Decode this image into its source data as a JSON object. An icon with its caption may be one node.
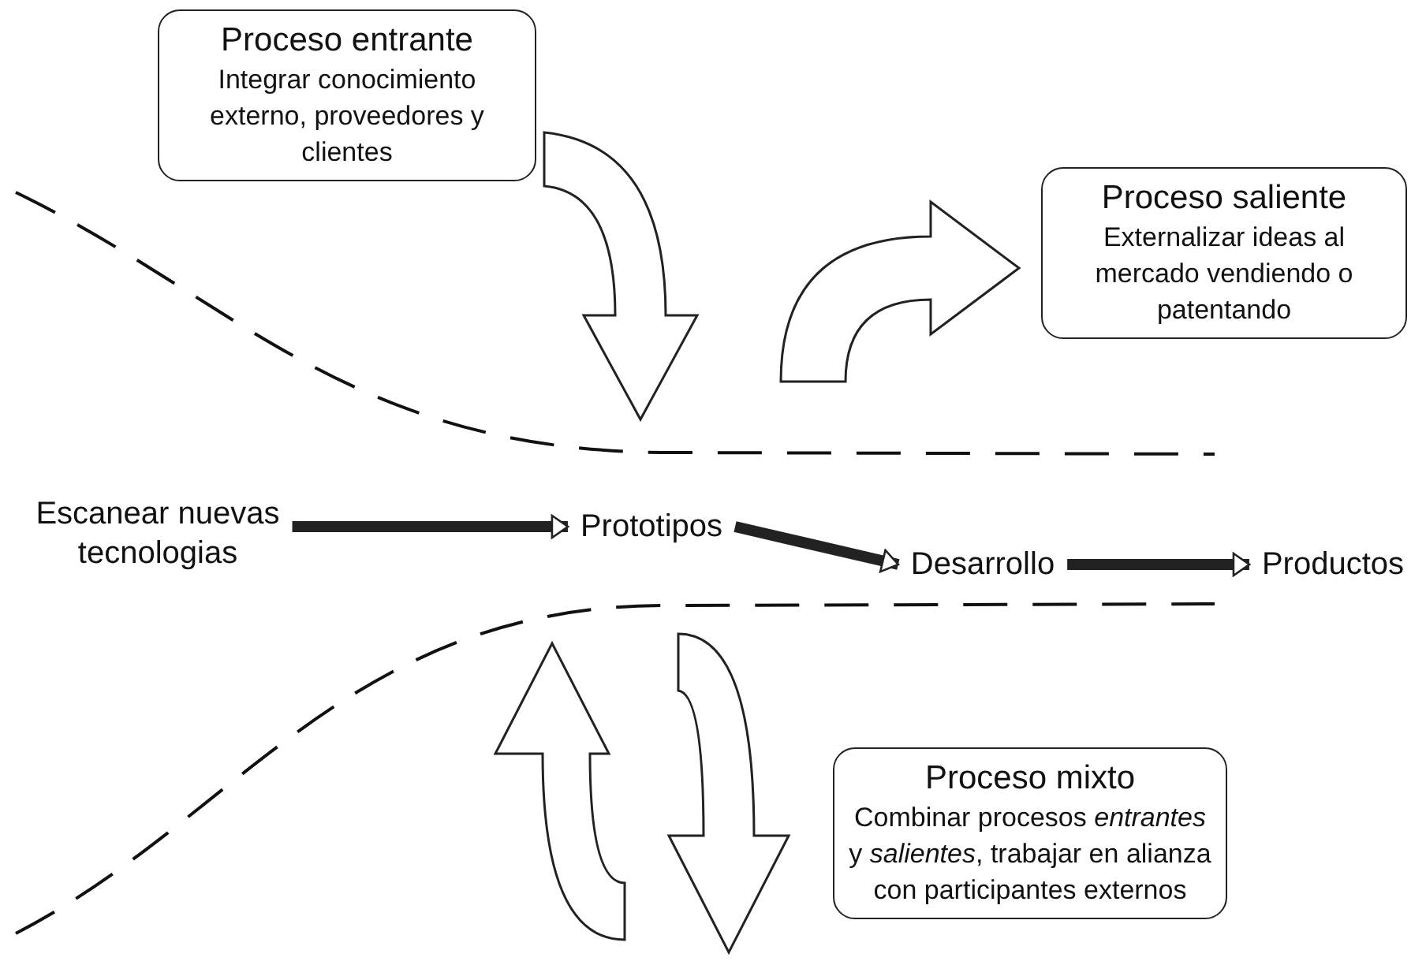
{
  "diagram": {
    "nodes": [
      {
        "text": [
          "Proceso entrante",
          "Integrar conocimiento externo, proveedores y clientes"
        ]
      },
      {
        "text": [
          "Proceso saliente",
          "Externalizar ideas al mercado vendiendo o patentando"
        ]
      },
      {
        "text": [
          "Escanear nuevas tecnologias"
        ]
      },
      {
        "text": [
          "Prototipos"
        ]
      },
      {
        "text": [
          "Desarrollo"
        ]
      },
      {
        "text": [
          "Productos"
        ]
      },
      {
        "text": [
          "Proceso mixto",
          "Combinar procesos *entrantes* y *salientes*, trabajar en alianza con participantes externos"
        ]
      }
    ],
    "edges": [
      {
        "from": 2,
        "to": 3,
        "arrow": "to"
      },
      {
        "from": 3,
        "to": 4,
        "arrow": "to"
      },
      {
        "from": 4,
        "to": 5,
        "arrow": "to"
      }
    ]
  }
}
